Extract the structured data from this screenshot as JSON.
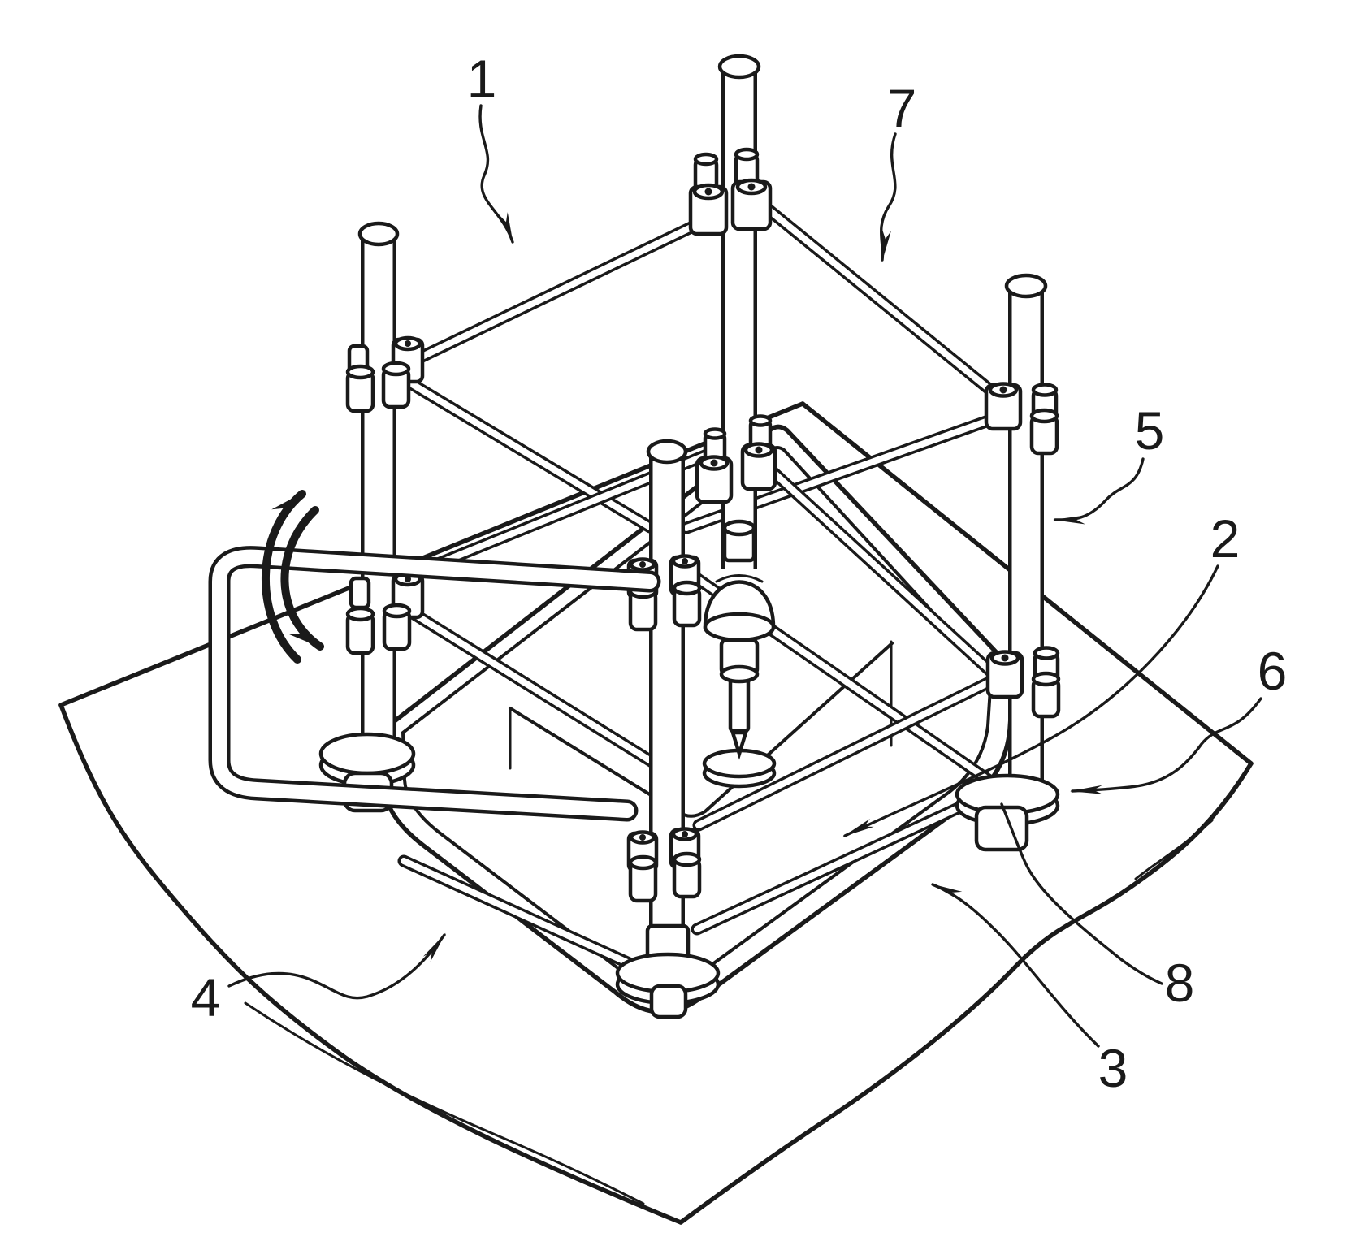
{
  "figure": {
    "kind": "patent isometric line drawing",
    "subject": "frame apparatus with four vertical posts, clamp couplings, cross rails, pivoting handle, central spindle tool and basin on a flexible sheet",
    "background_color": "#ffffff",
    "line_color": "#1a1a1a"
  },
  "labels": [
    {
      "text": "1",
      "points_to": "frame assembly"
    },
    {
      "text": "7",
      "points_to": "upper cross rail"
    },
    {
      "text": "5",
      "points_to": "right vertical post"
    },
    {
      "text": "2",
      "points_to": "basin interior"
    },
    {
      "text": "6",
      "points_to": "post base collar"
    },
    {
      "text": "8",
      "points_to": "post foot"
    },
    {
      "text": "3",
      "points_to": "basin outer wall"
    },
    {
      "text": "4",
      "points_to": "support sheet"
    }
  ],
  "annotations": [
    {
      "name": "rotation-arrow",
      "meaning": "double-headed curved arrow showing pivot of handle"
    }
  ]
}
